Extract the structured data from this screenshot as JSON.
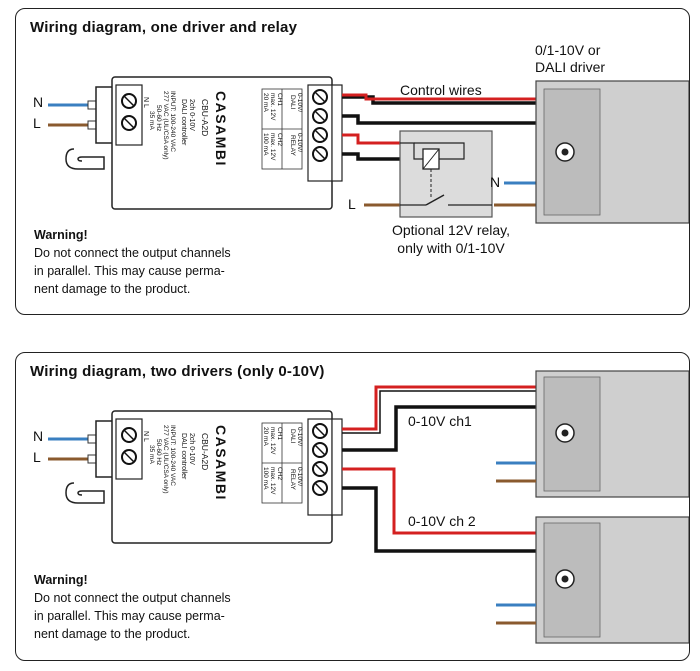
{
  "diagram1": {
    "title": "Wiring diagram, one driver and relay",
    "driver_label_line1": "0/1-10V or",
    "driver_label_line2": "DALI driver",
    "control_wires": "Control wires",
    "relay_label_line1": "Optional 12V relay,",
    "relay_label_line2": "only with 0/1-10V",
    "n_left": "N",
    "l_left": "L",
    "n_right": "N",
    "l_relay": "L"
  },
  "diagram2": {
    "title": "Wiring diagram, two drivers (only 0-10V)",
    "ch1": "0-10V ch1",
    "ch2": "0-10V ch 2",
    "n_left": "N",
    "l_left": "L"
  },
  "warning": {
    "title": "Warning!",
    "line1": "Do not connect the output channels",
    "line2": "in parallel. This may cause perma-",
    "line3": "nent damage to the product."
  },
  "device": {
    "brand": "CASAMBI",
    "model": "CBU-A2D",
    "desc1": "2ch 0-10V",
    "desc2": "DALI controller",
    "input1": "INPUT: 100-240 VAC",
    "input2": "277 VAC (UL/CSA only)",
    "input3": "50-60 Hz",
    "input4": "35 mA",
    "nl": "N    L",
    "ch1_head": "CH1",
    "ch1_v": "max. 12V",
    "ch1_ma": "20 mA",
    "ch2_head": "CH2",
    "ch2_v": "max. 12V",
    "ch2_ma": "100 mA",
    "out1a": "0-10V/",
    "out1b": "DALI",
    "out2a": "0-10V/",
    "out2b": "RELAY",
    "minus": "–",
    "plus": "+"
  },
  "colors": {
    "red": "#d42020",
    "blue": "#3a7fc0",
    "brown": "#8a5a2e",
    "black": "#111111",
    "driver_grey": "#cdcdcd",
    "relay_grey": "#dcdcdc"
  }
}
